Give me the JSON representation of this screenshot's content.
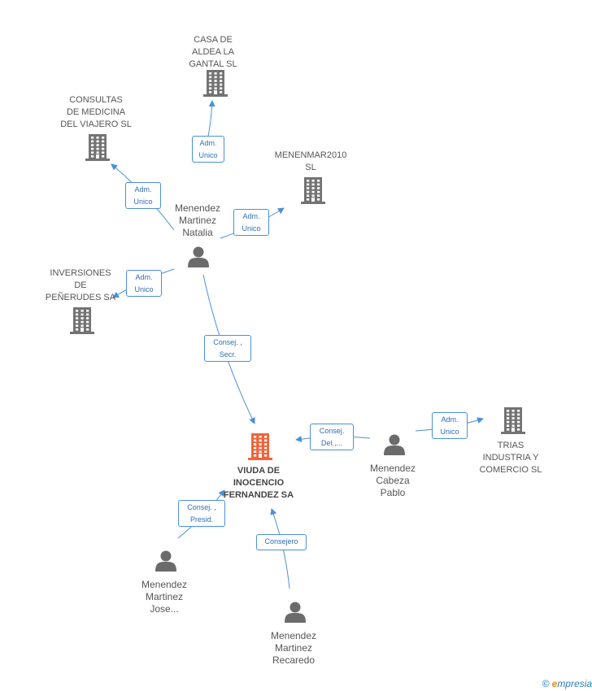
{
  "colors": {
    "edge": "#4a90d9",
    "company": "#737373",
    "company_main": "#f0643c",
    "person": "#6b6b6b"
  },
  "companies": [
    {
      "id": "casa",
      "label": "CASA DE\nALDEA LA\nGANTAL  SL",
      "icon": "building-icon"
    },
    {
      "id": "consultas",
      "label": "CONSULTAS\nDE MEDICINA\nDEL VIAJERO SL",
      "icon": "building-icon"
    },
    {
      "id": "menenmar",
      "label": "MENENMAR2010\nSL",
      "icon": "building-icon"
    },
    {
      "id": "inversiones",
      "label": "INVERSIONES\nDE\nPEÑERUDES SA",
      "icon": "building-icon"
    },
    {
      "id": "trias",
      "label": "TRIAS\nINDUSTRIA Y\nCOMERCIO SL",
      "icon": "building-icon"
    },
    {
      "id": "viuda",
      "label": "VIUDA DE\nINOCENCIO\nFERNANDEZ SA",
      "icon": "building-icon",
      "main": true
    }
  ],
  "people": [
    {
      "id": "natalia",
      "label": "Menendez\nMartinez\nNatalia",
      "icon": "person-icon"
    },
    {
      "id": "pablo",
      "label": "Menendez\nCabeza\nPablo",
      "icon": "person-icon"
    },
    {
      "id": "jose",
      "label": "Menendez\nMartinez\nJose...",
      "icon": "person-icon"
    },
    {
      "id": "recaredo",
      "label": "Menendez\nMartinez\nRecaredo",
      "icon": "person-icon"
    }
  ],
  "edges": [
    {
      "from": "natalia",
      "to": "casa",
      "label": "Adm.\nUnico"
    },
    {
      "from": "natalia",
      "to": "consultas",
      "label": "Adm.\nUnico"
    },
    {
      "from": "natalia",
      "to": "menenmar",
      "label": "Adm.\nUnico"
    },
    {
      "from": "natalia",
      "to": "inversiones",
      "label": "Adm.\nUnico"
    },
    {
      "from": "natalia",
      "to": "viuda",
      "label": "Consej. ,\nSecr."
    },
    {
      "from": "pablo",
      "to": "viuda",
      "label": "Consej.\nDel.,..."
    },
    {
      "from": "pablo",
      "to": "trias",
      "label": "Adm.\nUnico"
    },
    {
      "from": "jose",
      "to": "viuda",
      "label": "Consej. ,\nPresid."
    },
    {
      "from": "recaredo",
      "to": "viuda",
      "label": "Consejero"
    }
  ],
  "brand": {
    "copyright": "©",
    "first_letter": "e",
    "rest": "mpresia"
  }
}
